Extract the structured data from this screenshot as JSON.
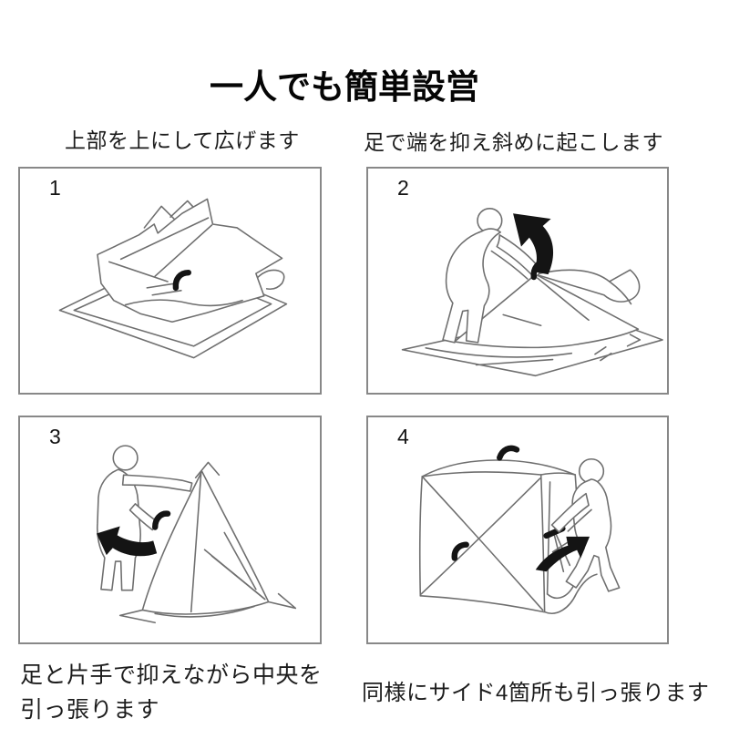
{
  "title": "一人でも簡単設営",
  "colors": {
    "background": "#ffffff",
    "text": "#1c1c1c",
    "line": "#6f6f6f",
    "ink": "#141414",
    "panel_border": "#888888"
  },
  "steps": [
    {
      "number": "1",
      "caption": "上部を上にして広げます",
      "illustration": "folded-tent-spread-flat-with-center-handle"
    },
    {
      "number": "2",
      "caption": "足で端を抑え斜めに起こします",
      "illustration": "person-lifting-tent-diagonally-by-handle-with-up-arrow"
    },
    {
      "number": "3",
      "caption": "足と片手で抑えながら中央を\n引っ張ります",
      "illustration": "person-pulling-center-handle-with-left-arrow"
    },
    {
      "number": "4",
      "caption": "同様にサイド4箇所も引っ張ります",
      "illustration": "person-pulling-side-handle-of-cube-tent-with-right-arrow"
    }
  ]
}
